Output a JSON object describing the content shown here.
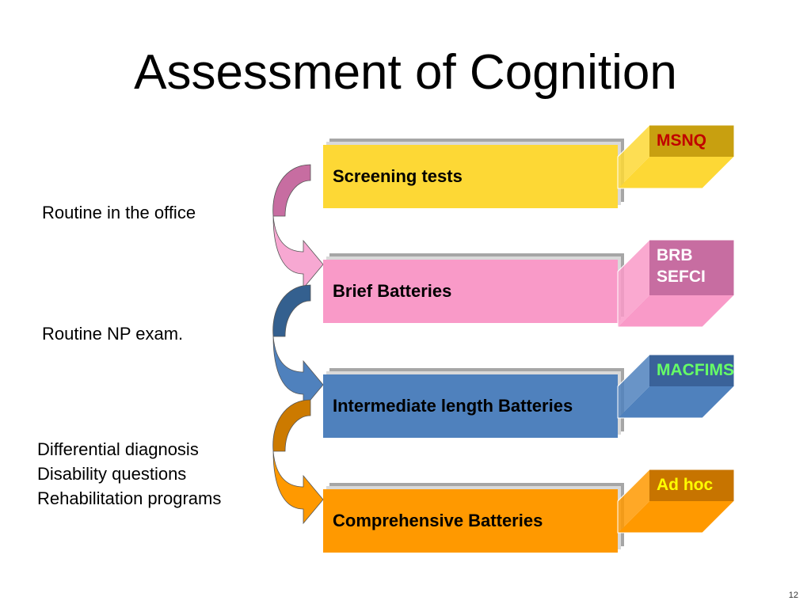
{
  "slide": {
    "title": "Assessment of Cognition",
    "page_number": "12"
  },
  "left_labels": [
    {
      "lines": [
        "Routine in the office"
      ]
    },
    {
      "lines": [
        "Routine NP exam."
      ]
    },
    {
      "lines": [
        "Differential diagnosis",
        "Disability questions",
        "Rehabilitation programs"
      ]
    }
  ],
  "boxes": [
    {
      "label": "Screening tests",
      "color": "#fdd835",
      "tag": [
        "MSNQ"
      ],
      "tag_face": "#c8a010",
      "tag_text_color": "#c00000"
    },
    {
      "label": "Brief Batteries",
      "color": "#f99ac8",
      "tag": [
        "BRB",
        "SEFCI"
      ],
      "tag_face": "#c76da1",
      "tag_text_color": "#ffffff"
    },
    {
      "label": "Intermediate length Batteries",
      "color": "#4f81bd",
      "tag": [
        "MACFIMS"
      ],
      "tag_face": "#3a6299",
      "tag_text_color": "#66ff66"
    },
    {
      "label": "Comprehensive Batteries",
      "color": "#ff9900",
      "tag": [
        "Ad hoc"
      ],
      "tag_face": "#c77400",
      "tag_text_color": "#ffff00"
    }
  ],
  "arrows": [
    {
      "color": "#f7a8d2",
      "dark": "#c76da1"
    },
    {
      "color": "#4f81bd",
      "dark": "#34608f"
    },
    {
      "color": "#ff9900",
      "dark": "#cc7a00"
    }
  ]
}
